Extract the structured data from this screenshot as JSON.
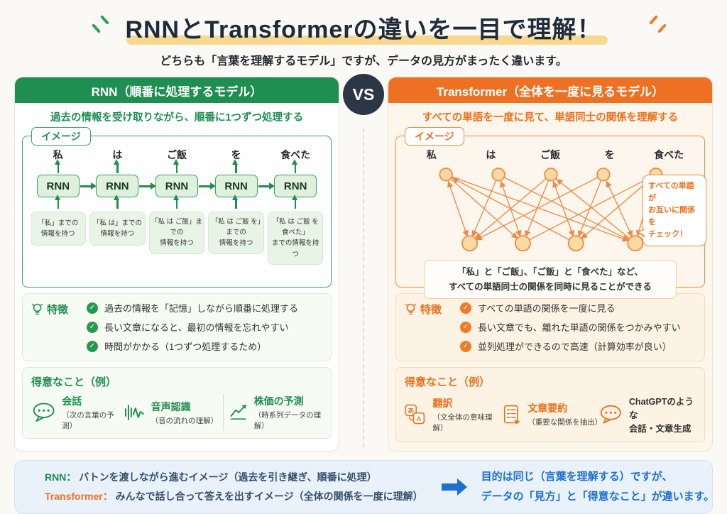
{
  "header": {
    "title": "RNNとTransformerの違いを一目で理解！",
    "subtitle": "どちらも「言葉を理解するモデル」ですが、データの見方がまったく違います。",
    "vs_label": "VS"
  },
  "rnn": {
    "title": "RNN（順番に処理するモデル）",
    "tagline": "過去の情報を受け取りながら、順番に1つずつ処理する",
    "image_label": "イメージ",
    "words": [
      "私",
      "は",
      "ご飯",
      "を",
      "食べた"
    ],
    "node_label": "RNN",
    "memory": [
      {
        "l1": "「私」までの",
        "l2": "情報を持つ"
      },
      {
        "l1": "「私 は」までの",
        "l2": "情報を持つ"
      },
      {
        "l1": "「私 は ご飯」までの",
        "l2": "情報を持つ"
      },
      {
        "l1": "「私 は ご飯 を」までの",
        "l2": "情報を持つ"
      },
      {
        "l1": "「私 は ご飯 を 食べた」",
        "l2": "までの情報を持つ"
      }
    ],
    "features_title": "特徴",
    "features": [
      "過去の情報を「記憶」しながら順番に処理する",
      "長い文章になると、最初の情報を忘れやすい",
      "時間がかかる（1つずつ処理するため）"
    ],
    "strengths_title": "得意なこと（例）",
    "strengths": [
      {
        "icon": "chat-bubble-icon",
        "name": "会話",
        "desc": "（次の言葉の予測）"
      },
      {
        "icon": "waveform-icon",
        "name": "音声認識",
        "desc": "（音の流れの理解）"
      },
      {
        "icon": "stock-chart-icon",
        "name": "株価の予測",
        "desc": "（時系列データの理解）"
      }
    ]
  },
  "transformer": {
    "title": "Transformer（全体を一度に見るモデル）",
    "tagline": "すべての単語を一度に見て、単語同士の関係を理解する",
    "image_label": "イメージ",
    "words": [
      "私",
      "は",
      "ご飯",
      "を",
      "食べた"
    ],
    "bubble": [
      "すべての単語が",
      "お互いに関係を",
      "チェック！"
    ],
    "note": [
      "「私」と「ご飯」、「ご飯」と「食べた」など、",
      "すべての単語同士の関係を同時に見ることができる"
    ],
    "features_title": "特徴",
    "features": [
      "すべての単語の関係を一度に見る",
      "長い文章でも、離れた単語の関係をつかみやすい",
      "並列処理ができるので高速（計算効率が良い）"
    ],
    "strengths_title": "得意なこと（例）",
    "strengths": [
      {
        "icon": "translate-icon",
        "icon_char1": "あ",
        "icon_char2": "A",
        "name": "翻訳",
        "desc": "（文全体の意味理解）"
      },
      {
        "icon": "summary-doc-icon",
        "name": "文章要約",
        "desc": "（重要な関係を抽出）"
      },
      {
        "icon": "chat-generation-icon",
        "name": "ChatGPTのような",
        "desc": "会話・文章生成"
      }
    ]
  },
  "summary": {
    "rnn_label": "RNN：",
    "rnn_text": "バトンを渡しながら進むイメージ（過去を引き継ぎ、順番に処理）",
    "transformer_label": "Transformer：",
    "transformer_text": "みんなで話し合って答えを出すイメージ（全体の関係を一度に理解）",
    "conclusion": [
      "目的は同じ（言葉を理解する）ですが、",
      "データの「見方」と「得意なこと」が違います。"
    ]
  },
  "colors": {
    "green": "#1f8e51",
    "orange": "#ee7123",
    "navy": "#1d2b3a",
    "blue": "#1d6fd1",
    "highlight_yellow": "#f8d88f",
    "vs_circle": "#2b3747"
  }
}
